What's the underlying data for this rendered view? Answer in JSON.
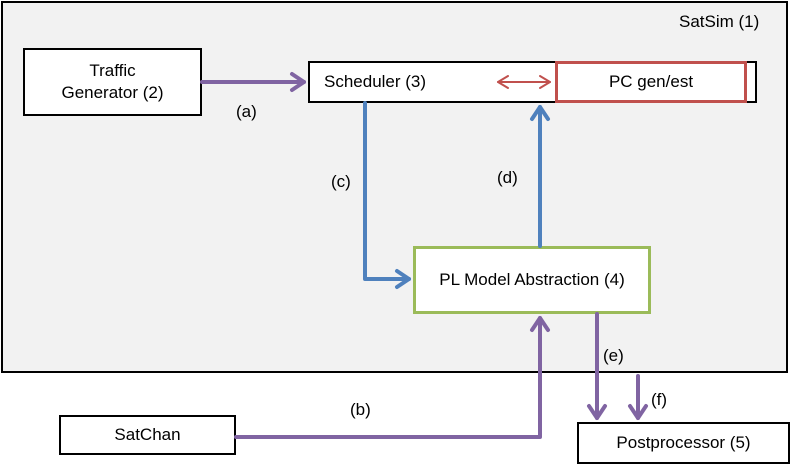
{
  "diagram": {
    "container": {
      "label": "SatSim (1)"
    },
    "nodes": {
      "traffic_generator": {
        "label": "Traffic Generator (2)"
      },
      "scheduler": {
        "label": "Scheduler (3)"
      },
      "pc_gen_est": {
        "label": "PC gen/est"
      },
      "pl_model": {
        "label": "PL Model Abstraction (4)"
      },
      "satchan": {
        "label": "SatChan"
      },
      "postprocessor": {
        "label": "Postprocessor (5)"
      }
    },
    "edges": [
      {
        "id": "a",
        "label": "(a)",
        "from": "Traffic Generator (2)",
        "to": "Scheduler (3)"
      },
      {
        "id": "b",
        "label": "(b)",
        "from": "SatChan",
        "to": "PL Model Abstraction (4)"
      },
      {
        "id": "c",
        "label": "(c)",
        "from": "Scheduler (3)",
        "to": "PL Model Abstraction (4)"
      },
      {
        "id": "d",
        "label": "(d)",
        "from": "PL Model Abstraction (4)",
        "to": "PC gen/est"
      },
      {
        "id": "e",
        "label": "(e)",
        "from": "PL Model Abstraction (4)",
        "to": "Postprocessor (5)"
      },
      {
        "id": "f",
        "label": "(f)",
        "from": "SatSim (1)",
        "to": "Postprocessor (5)"
      },
      {
        "id": "sched-pc",
        "label": "",
        "from": "Scheduler (3)",
        "to": "PC gen/est",
        "bidirectional": true
      }
    ],
    "colors": {
      "purple": "#8064a2",
      "blue": "#4f81bd",
      "red": "#c0504d",
      "green": "#9bbb59",
      "container_fill": "#f2f2f2"
    }
  }
}
